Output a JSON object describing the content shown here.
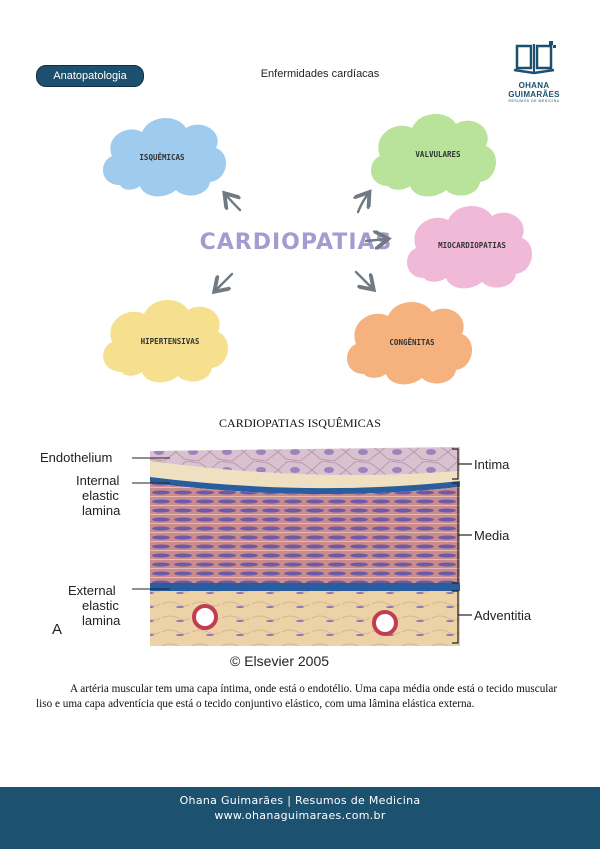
{
  "header": {
    "subject_badge": "Anatopatologia",
    "title": "Enfermidades cardíacas",
    "logo_name": "OHANA GUIMARÃES",
    "logo_sub": "RESUMOS DE MEDICINA"
  },
  "diagram": {
    "center": "CARDIOPATIAS",
    "nodes": [
      {
        "label": "ISQUÊMICAS",
        "color": "#9fcbee"
      },
      {
        "label": "VALVULARES",
        "color": "#b9e29a"
      },
      {
        "label": "MIOCARDIOPATIAS",
        "color": "#f1b9d8"
      },
      {
        "label": "HIPERTENSIVAS",
        "color": "#f6e08f"
      },
      {
        "label": "CONGÊNITAS",
        "color": "#f5b27f"
      }
    ]
  },
  "section": {
    "title": "CARDIOPATIAS ISQUÊMICAS"
  },
  "figure": {
    "left_labels": {
      "endothelium": "Endothelium",
      "internal_1": "Internal",
      "internal_2": "elastic",
      "internal_3": "lamina",
      "external_1": "External",
      "external_2": "elastic",
      "external_3": "lamina"
    },
    "right_labels": {
      "intima": "Intima",
      "media": "Media",
      "adventitia": "Adventitia"
    },
    "panel": "A",
    "copyright": "© Elsevier 2005"
  },
  "body": {
    "paragraph": "A artéria muscular tem uma capa íntima, onde está o endotélio. Uma capa média onde está o tecido muscular liso e uma capa adventícia que está o tecido conjuntivo elástico, com uma lâmina elástica externa."
  },
  "footer": {
    "line1": "Ohana Guimarães | Resumos de Medicina",
    "line2": "www.ohanaguimaraes.com.br"
  }
}
